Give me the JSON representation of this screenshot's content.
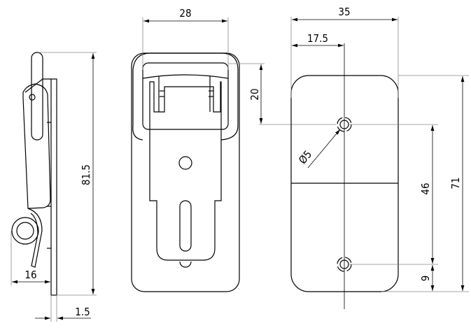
{
  "side_view": {
    "height_label": "81.5",
    "spring_label": "16",
    "thickness_label": "1.5"
  },
  "front_view": {
    "width_label": "28",
    "offset_label": "20"
  },
  "mount_view": {
    "width_label": "35",
    "half_width_label": "17.5",
    "height_label": "71",
    "hole_spacing_label": "46",
    "bottom_offset_label": "9",
    "hole_diameter_label": "Ø5"
  }
}
